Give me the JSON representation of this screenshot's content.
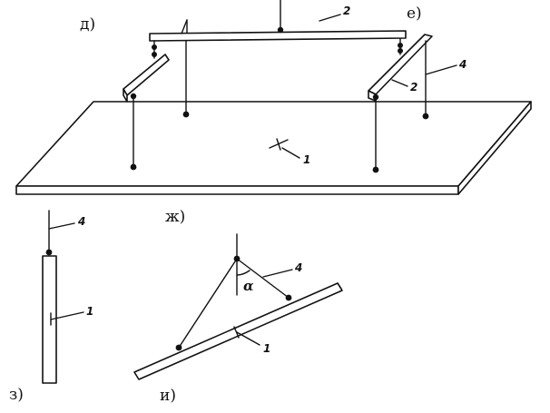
{
  "panel_labels": {
    "d": "д)",
    "e": "е)",
    "zh": "ж)",
    "z": "з)",
    "i": "и)"
  },
  "part_labels": {
    "plate_top": "1",
    "beam_top": "2",
    "bar_right": "2",
    "thread_right": "4",
    "thread_z": "4",
    "plate_z": "1",
    "thread_i": "4",
    "plate_i": "1",
    "angle_i": "α"
  }
}
